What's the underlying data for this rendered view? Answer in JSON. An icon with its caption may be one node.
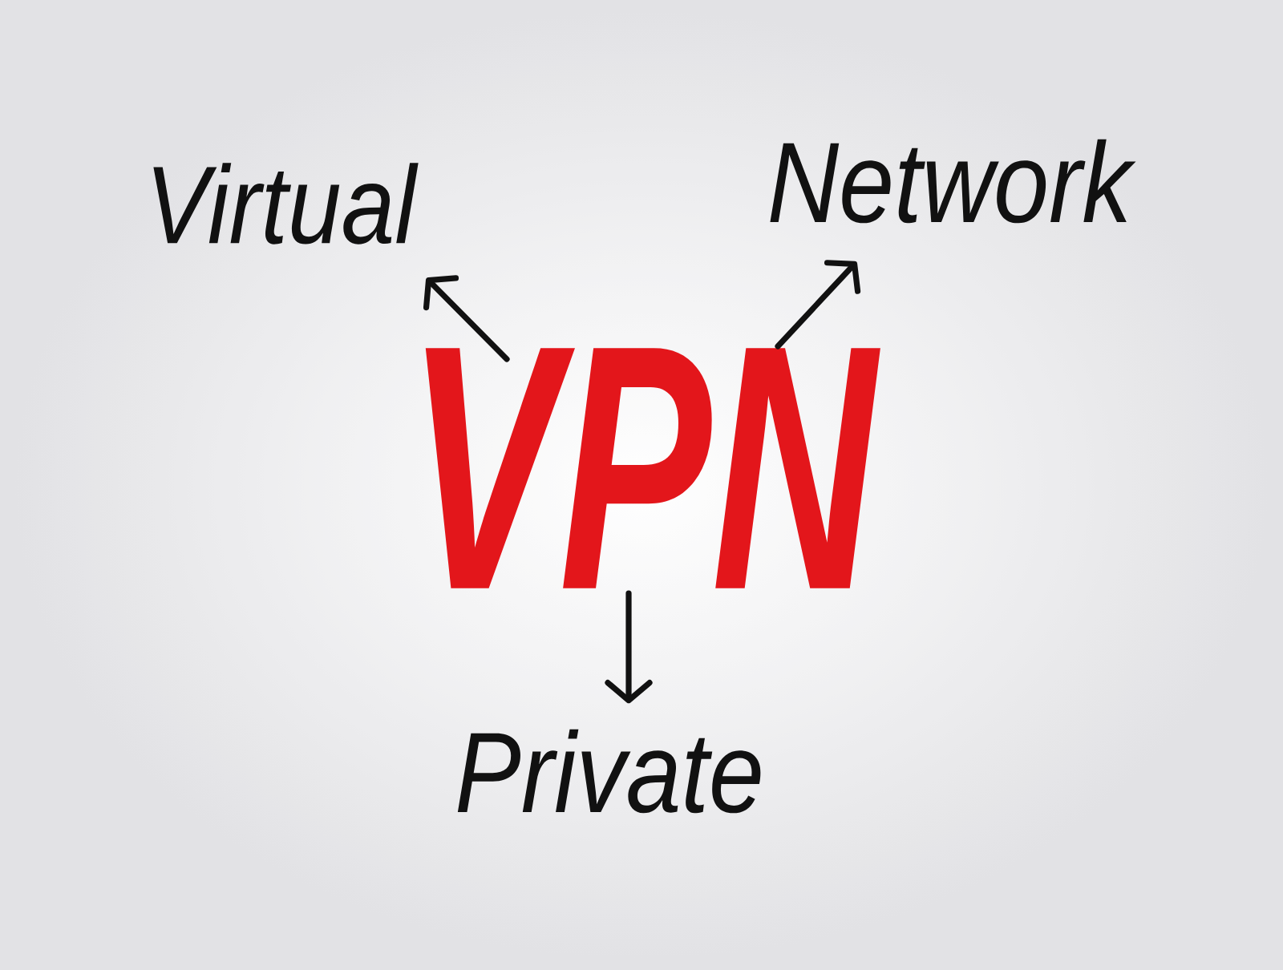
{
  "diagram": {
    "nodes": [
      {
        "text": [
          "VPN"
        ]
      },
      {
        "text": [
          "Virtual"
        ]
      },
      {
        "text": [
          "Network"
        ]
      },
      {
        "text": [
          "Private"
        ]
      }
    ],
    "edges": [
      {
        "from": 0,
        "to": 1,
        "arrow": "to"
      },
      {
        "from": 0,
        "to": 2,
        "arrow": "to"
      },
      {
        "from": 0,
        "to": 3,
        "arrow": "to"
      }
    ]
  }
}
